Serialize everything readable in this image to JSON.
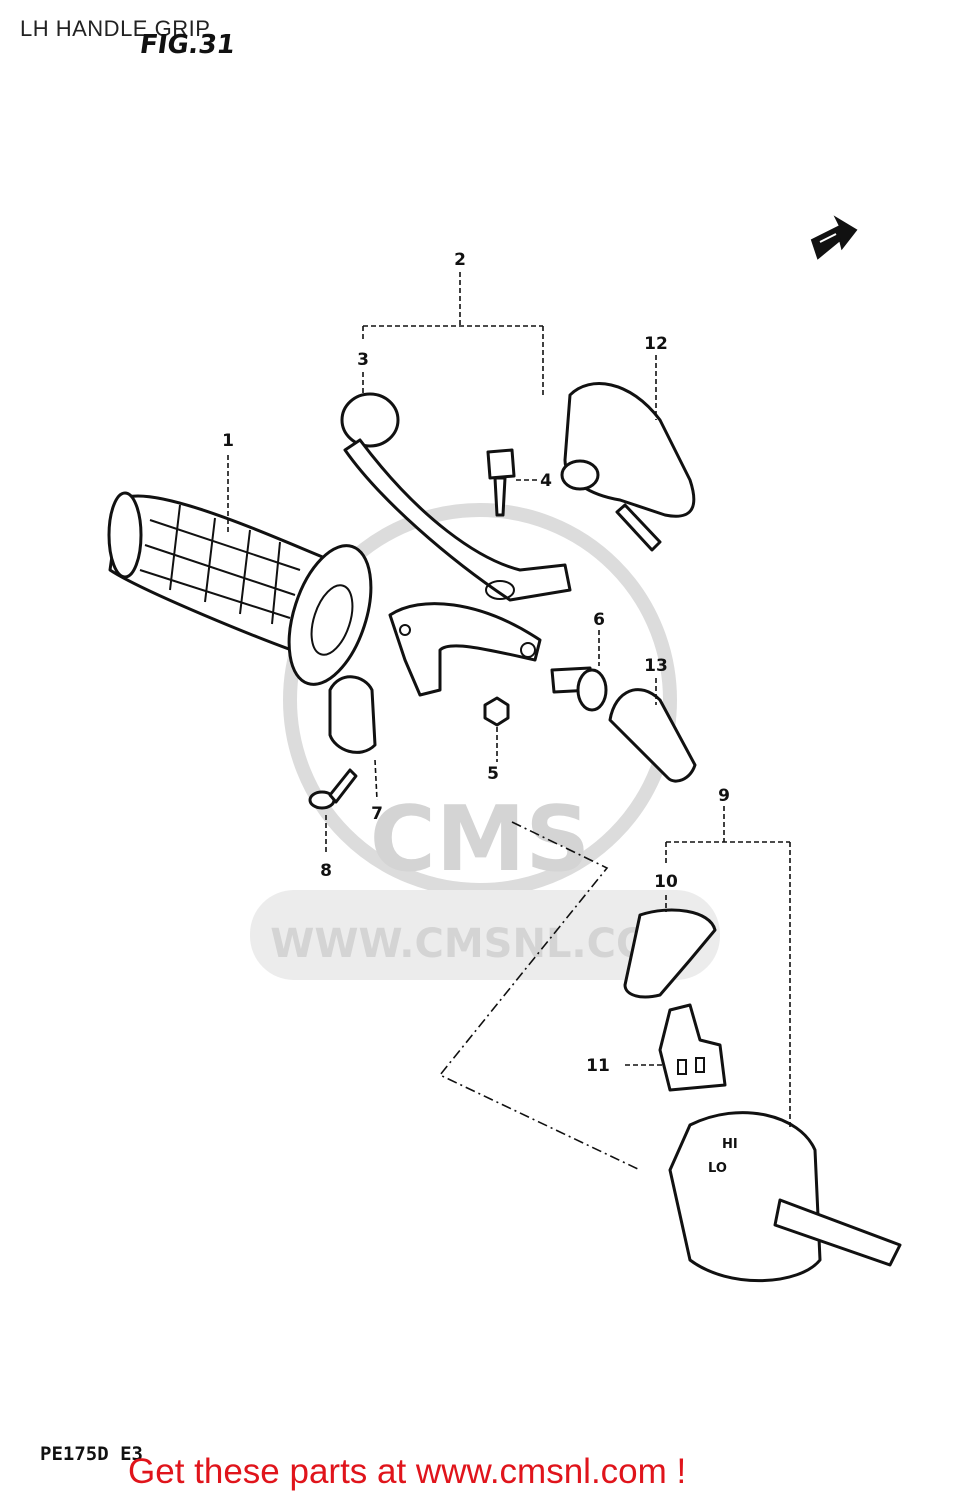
{
  "page_title": "LH HANDLE GRIP",
  "figure_label": "FIG.31",
  "model_code": "PE175D E3",
  "watermark": {
    "logo_text": "CMS",
    "url_text": "WWW.CMSNL.COM"
  },
  "callouts": [
    "1",
    "2",
    "3",
    "4",
    "5",
    "6",
    "7",
    "8",
    "9",
    "10",
    "11",
    "12",
    "13"
  ],
  "switch_labels": {
    "hi": "HI",
    "lo": "LO"
  },
  "footer_link": "Get these parts at www.cmsnl.com !",
  "colors": {
    "footer_link": "#e0141b",
    "watermark": "#d4d4d4",
    "line_art": "#111111"
  }
}
